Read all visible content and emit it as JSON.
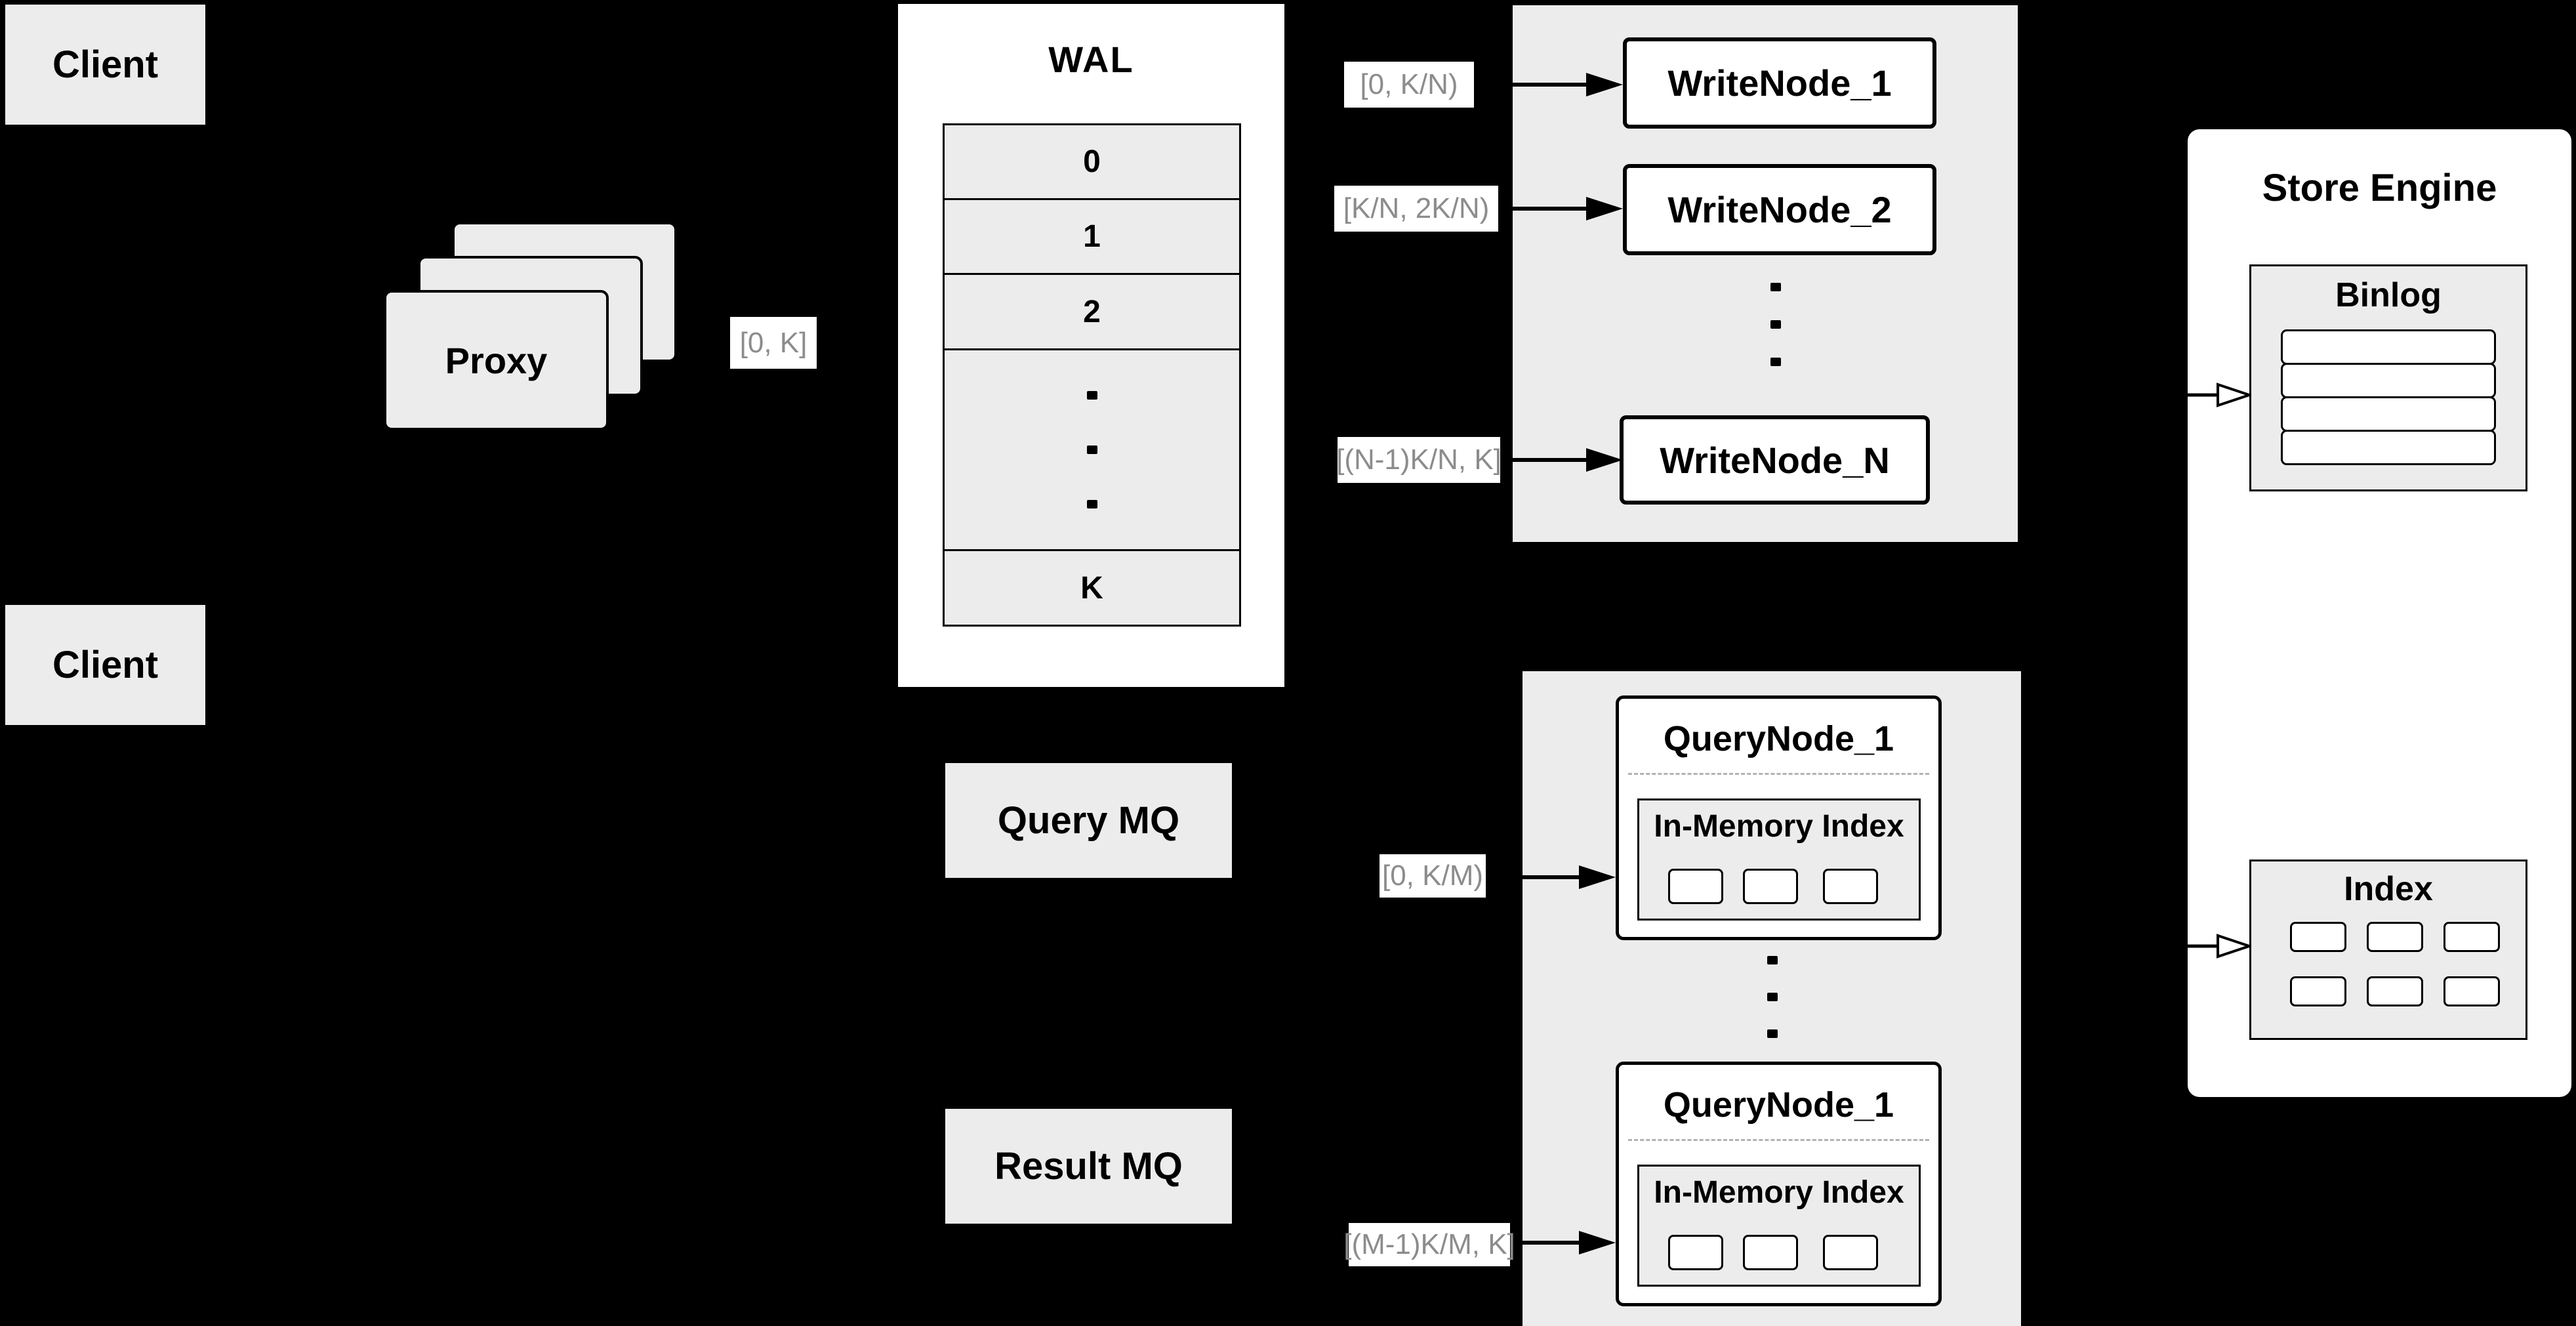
{
  "diagram": {
    "colors": {
      "background": "#000000",
      "container_fill": "#ececec",
      "node_fill": "#ffffff",
      "border": "#000000",
      "label_text": "#8c8c8c",
      "dashed_divider": "#b3b3b3"
    },
    "clients": {
      "top_label": "Client",
      "bottom_label": "Client"
    },
    "proxy": {
      "label": "Proxy",
      "range_label": "[0, K]"
    },
    "wal": {
      "title": "WAL",
      "rows": [
        "0",
        "1",
        "2"
      ],
      "last_row": "K"
    },
    "write_section": {
      "labels": [
        "[0, K/N)",
        "[K/N, 2K/N)",
        "[(N-1)K/N, K]"
      ],
      "nodes": [
        "WriteNode_1",
        "WriteNode_2",
        "WriteNode_N"
      ]
    },
    "store_engine": {
      "title": "Store Engine",
      "binlog_title": "Binlog",
      "index_title": "Index"
    },
    "query_section": {
      "labels": [
        "[0, K/M)",
        "[(M-1)K/M, K]"
      ],
      "nodes": [
        {
          "title": "QueryNode_1",
          "inner_title": "In-Memory Index"
        },
        {
          "title": "QueryNode_1",
          "inner_title": "In-Memory Index"
        }
      ]
    },
    "mq": {
      "query_label": "Query MQ",
      "result_label": "Result MQ"
    }
  }
}
